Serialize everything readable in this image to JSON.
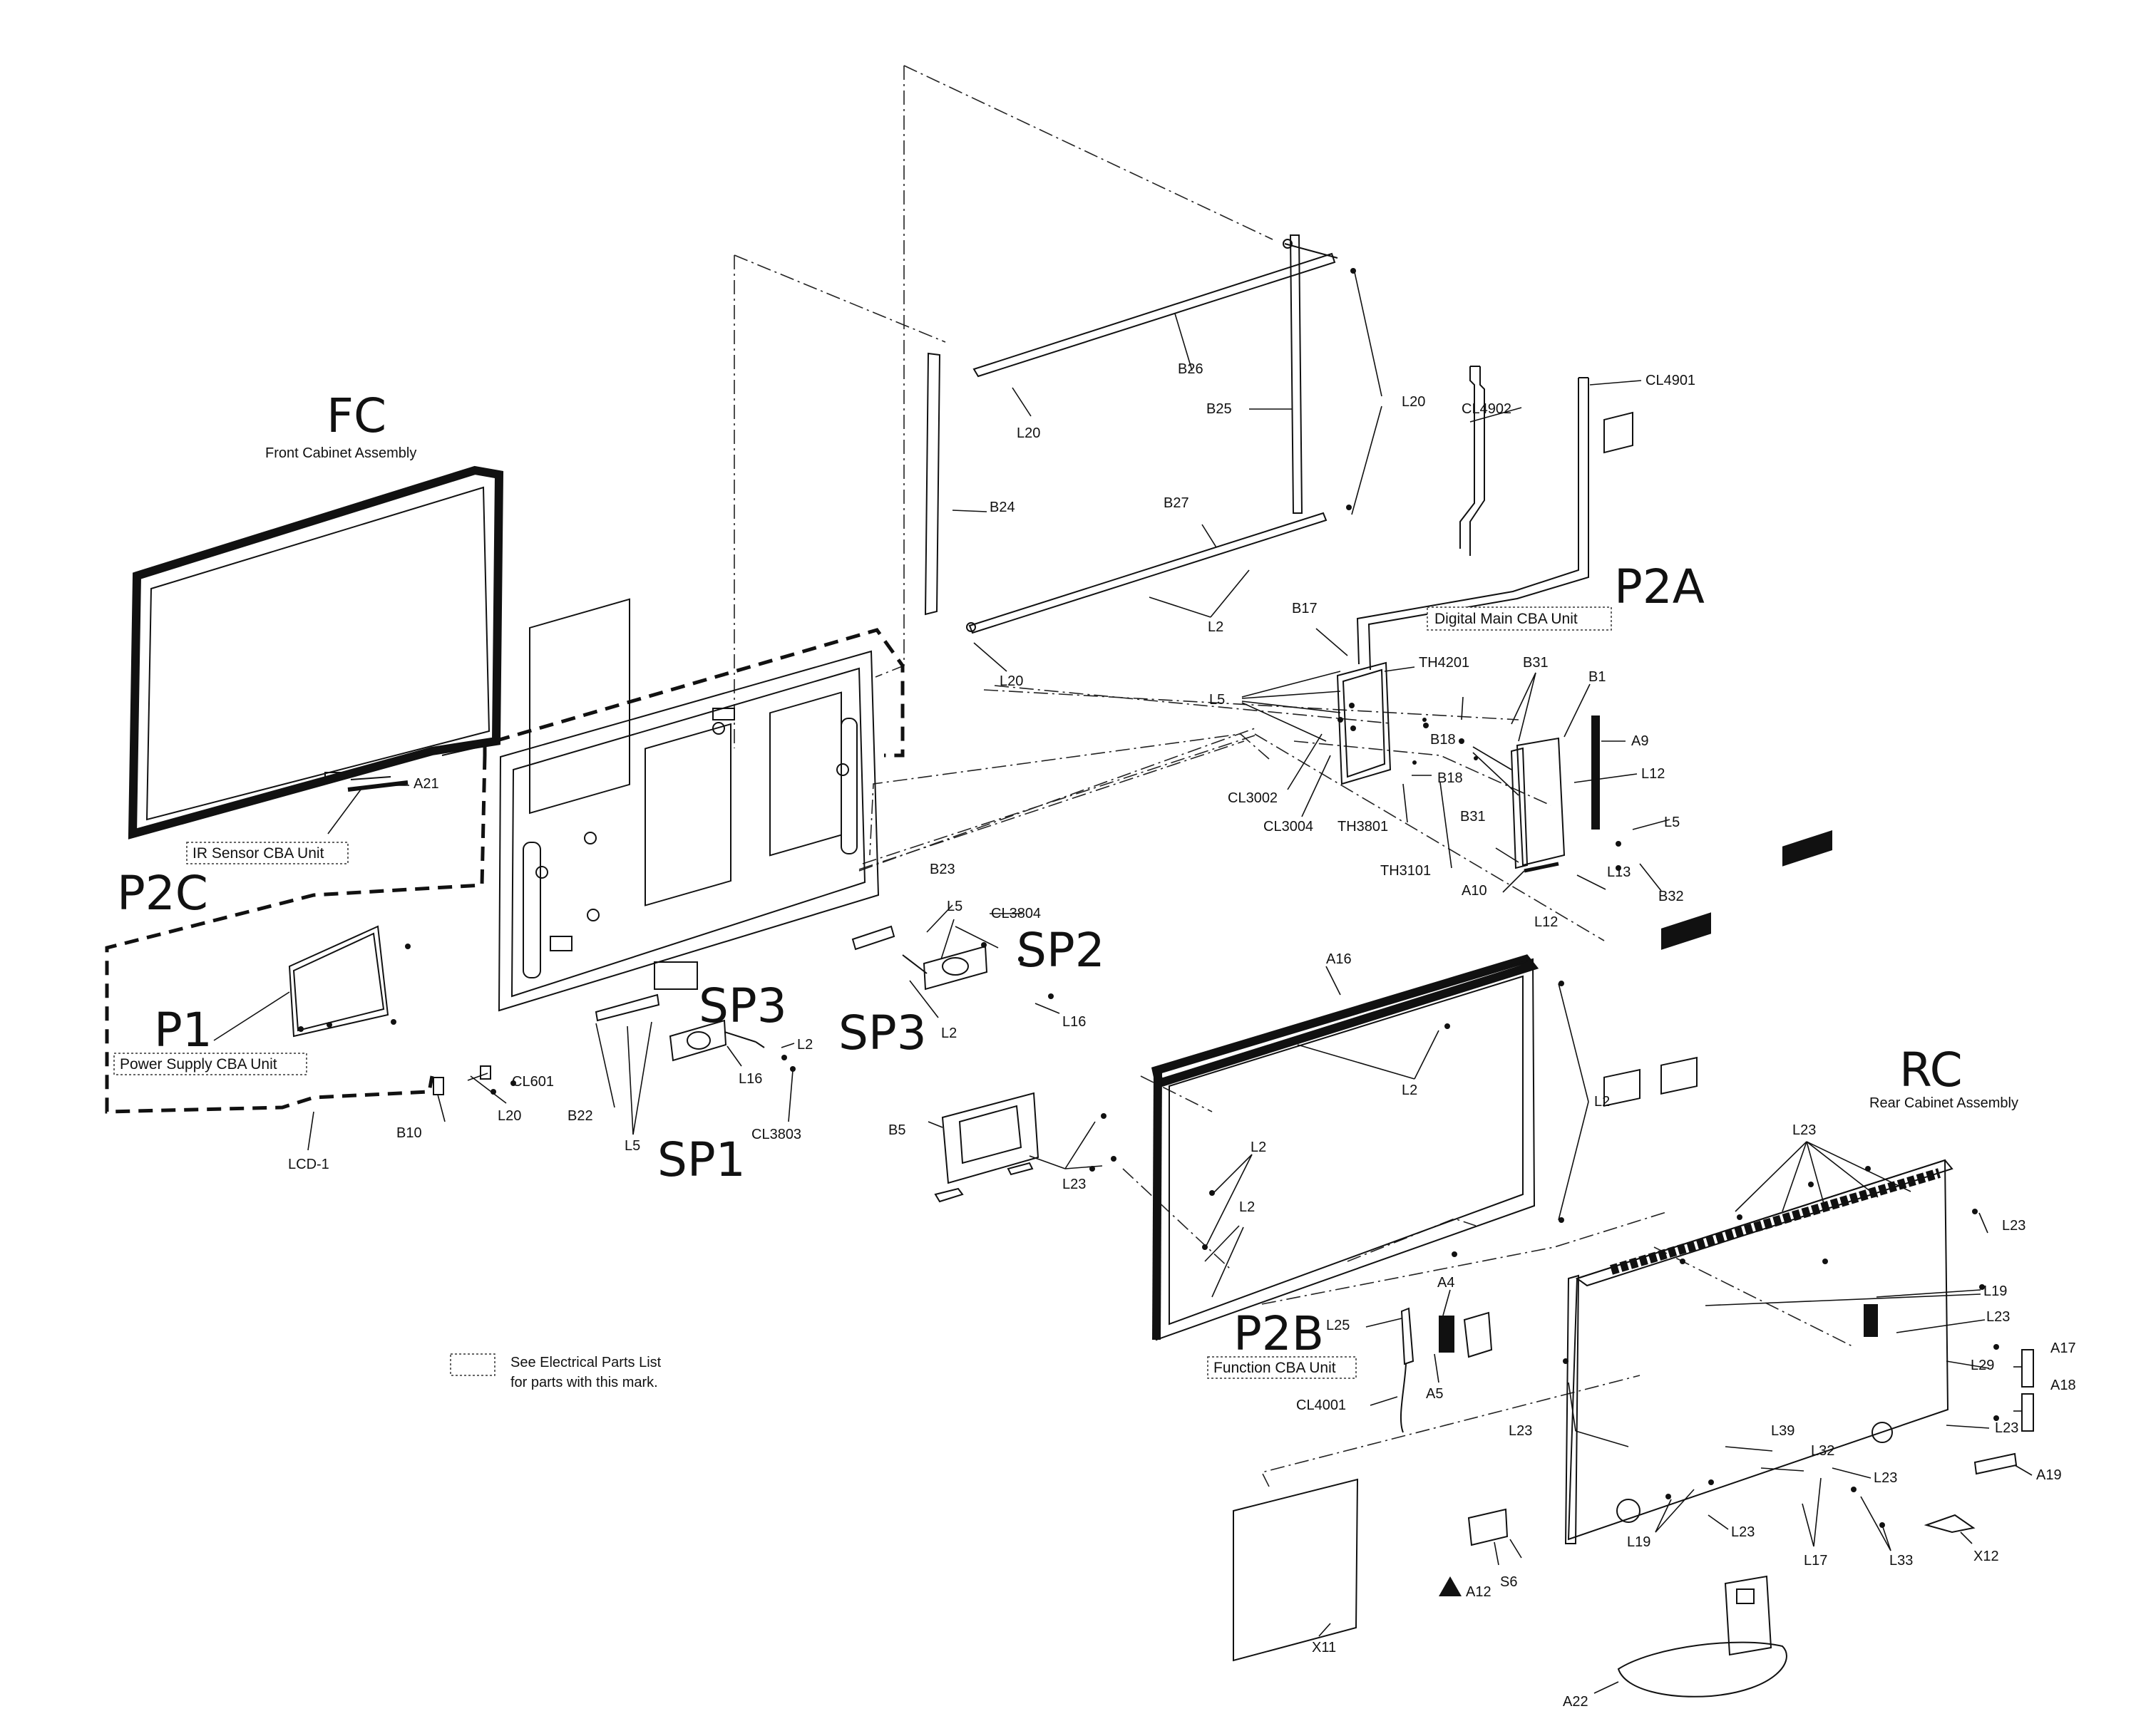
{
  "assemblies": {
    "fc": {
      "code": "FC",
      "name": "Front Cabinet Assembly"
    },
    "rc": {
      "code": "RC",
      "name": "Rear Cabinet Assembly"
    },
    "p2a": {
      "code": "P2A",
      "name": "Digital Main CBA Unit"
    },
    "p2b": {
      "code": "P2B",
      "name": "Function CBA Unit"
    },
    "p2c": {
      "code": "P2C",
      "name": "IR Sensor CBA Unit"
    },
    "p1": {
      "code": "P1",
      "name": "Power Supply CBA Unit"
    },
    "sp1": {
      "code": "SP1"
    },
    "sp2": {
      "code": "SP2"
    },
    "sp3a": {
      "code": "SP3"
    },
    "sp3b": {
      "code": "SP3"
    }
  },
  "legend": {
    "line1": "See Electrical Parts List",
    "line2": "for parts with this mark."
  },
  "labels": {
    "B26": "B26",
    "B25": "B25",
    "L20_top_right": "L20",
    "L20_top_mid": "L20",
    "B24": "B24",
    "B27": "B27",
    "L2_frame": "L2",
    "L20_frame_bottom": "L20",
    "CL4902": "CL4902",
    "CL4901": "CL4901",
    "B17": "B17",
    "TH4201": "TH4201",
    "B31_top": "B31",
    "B1": "B1",
    "L5_main": "L5",
    "B18_a": "B18",
    "A9": "A9",
    "B18_b": "B18",
    "L12_right": "L12",
    "CL3002": "CL3002",
    "CL3004": "CL3004",
    "TH3801": "TH3801",
    "B31_bottom": "B31",
    "L5_right": "L5",
    "TH3101": "TH3101",
    "A10": "A10",
    "L13": "L13",
    "B32": "B32",
    "L12_bottom": "L12",
    "A21": "A21",
    "B23": "B23",
    "L5_sp2": "L5",
    "CL3804": "CL3804",
    "L2_sp2": "L2",
    "L16_sp2": "L16",
    "L2_sp1": "L2",
    "L16_sp1": "L16",
    "CL601": "CL601",
    "L20_b10": "L20",
    "B10": "B10",
    "B22": "B22",
    "L5_sp1": "L5",
    "CL3803": "CL3803",
    "LCD1": "LCD-1",
    "B5": "B5",
    "L23_b5": "L23",
    "A16": "A16",
    "L2_a16_top": "L2",
    "L2_a16_right": "L2",
    "L2_a16_left": "L2",
    "L2_a16_low": "L2",
    "L25": "L25",
    "A4": "A4",
    "CL4001": "CL4001",
    "A5": "A5",
    "L23_rc_top": "L23",
    "L23_rc_right": "L23",
    "L19_right": "L19",
    "L23_mid": "L23",
    "A17": "A17",
    "L29": "L29",
    "A18": "A18",
    "L23_low_right": "L23",
    "L23_left": "L23",
    "L39": "L39",
    "L32": "L32",
    "L23_inner": "L23",
    "A19": "A19",
    "L19_bottom": "L19",
    "L23_bottom": "L23",
    "L17": "L17",
    "L33": "L33",
    "X12": "X12",
    "A12": "A12",
    "S6": "S6",
    "X11": "X11",
    "A22": "A22"
  }
}
